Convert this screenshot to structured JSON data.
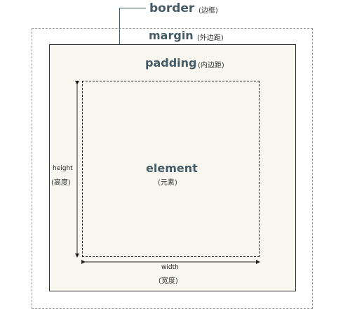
{
  "labels": {
    "border": {
      "en": "border",
      "zh": "(边框)"
    },
    "margin": {
      "en": "margin",
      "zh": "(外边距)"
    },
    "padding": {
      "en": "padding",
      "zh": "(内边距)"
    },
    "element": {
      "en": "element",
      "zh": "(元素)"
    },
    "height": {
      "en": "height",
      "zh": "(高度)"
    },
    "width": {
      "en": "width",
      "zh": "(宽度)"
    }
  },
  "colors": {
    "heading": "#455a64",
    "border_box_fill": "#f7f7f0",
    "line": "#222222"
  }
}
